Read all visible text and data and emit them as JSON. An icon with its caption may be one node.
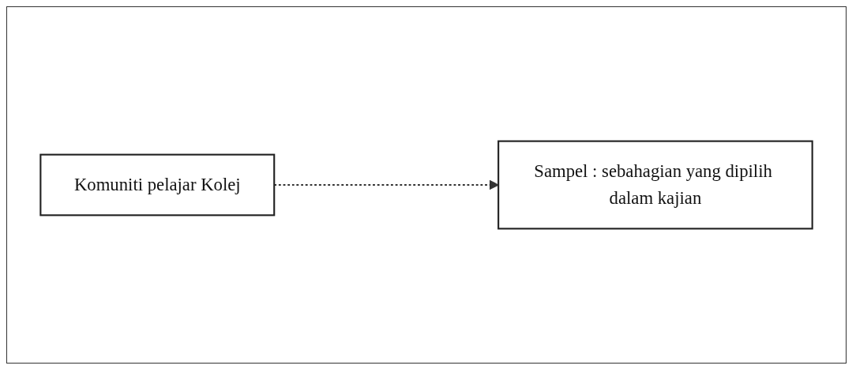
{
  "diagram": {
    "nodes": [
      {
        "text": [
          "Komuniti pelajar Kolej"
        ]
      },
      {
        "text": [
          "Sampel : sebahagian yang dipilih dalam kajian"
        ]
      }
    ],
    "edges": [
      {
        "from": 0,
        "to": 1,
        "arrow": "to",
        "style": "dashed"
      }
    ]
  }
}
